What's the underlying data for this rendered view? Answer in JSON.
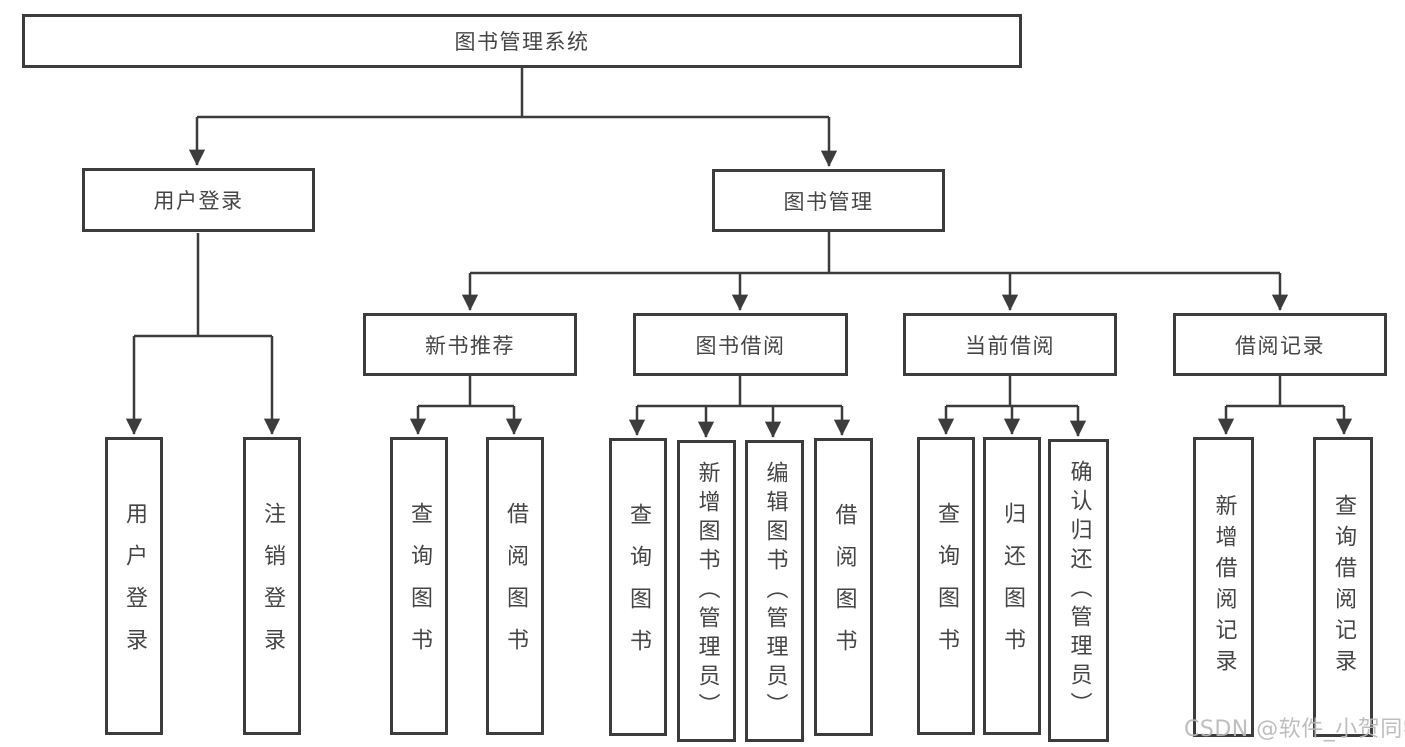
{
  "diagram": {
    "type": "hierarchy-tree",
    "tree": {
      "label": "图书管理系统",
      "children": [
        {
          "label": "用户登录",
          "children": [
            {
              "label": "用户登录"
            },
            {
              "label": "注销登录"
            }
          ]
        },
        {
          "label": "图书管理",
          "children": [
            {
              "label": "新书推荐",
              "children": [
                {
                  "label": "查询图书"
                },
                {
                  "label": "借阅图书"
                }
              ]
            },
            {
              "label": "图书借阅",
              "children": [
                {
                  "label": "查询图书"
                },
                {
                  "label": "新增图书（管理员）"
                },
                {
                  "label": "编辑图书（管理员）"
                },
                {
                  "label": "借阅图书"
                }
              ]
            },
            {
              "label": "当前借阅",
              "children": [
                {
                  "label": "查询图书"
                },
                {
                  "label": "归还图书"
                },
                {
                  "label": "确认归还（管理员）"
                }
              ]
            },
            {
              "label": "借阅记录",
              "children": [
                {
                  "label": "新增借阅记录"
                },
                {
                  "label": "查询借阅记录"
                }
              ]
            }
          ]
        }
      ]
    },
    "colors": {
      "line": "#3c3c3c",
      "box_border": "#3c3c3c",
      "box_fill": "#ffffff",
      "text": "#454545",
      "background": "#ffffff",
      "watermark": "#b8b8b8"
    },
    "watermark": {
      "text": "CSDN @软件_小贺同学"
    }
  }
}
